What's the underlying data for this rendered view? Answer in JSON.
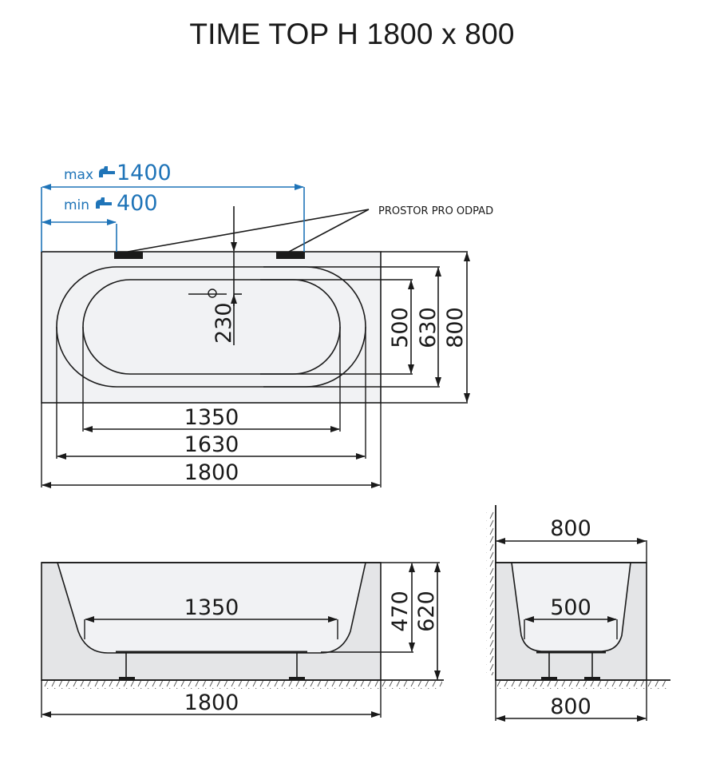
{
  "title": "TIME TOP H 1800 x 800",
  "colors": {
    "line": "#1a1a1a",
    "accent_blue": "#1f74b8",
    "fill_light": "#f1f2f4",
    "fill_mid": "#e4e5e7"
  },
  "top_view": {
    "waste_range": {
      "max_label": "max",
      "max_value": "1400",
      "min_label": "min",
      "min_value": "400",
      "icon": "faucet-icon"
    },
    "waste_note": "PROSTOR PRO ODPAD",
    "overflow_offset": "230",
    "widths": [
      "1350",
      "1630",
      "1800"
    ],
    "heights": [
      "500",
      "630",
      "800"
    ]
  },
  "side_view": {
    "inner_length": "1350",
    "total_length": "1800",
    "depth": "470",
    "height": "620"
  },
  "end_view": {
    "top_width": "800",
    "inner_width": "500",
    "bottom_width": "800"
  }
}
